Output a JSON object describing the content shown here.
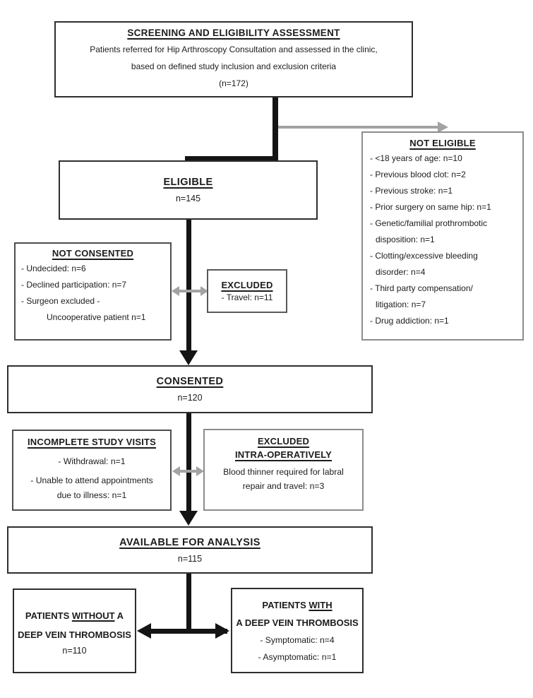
{
  "diagram": {
    "type": "patient-flow-consort",
    "colors": {
      "flow_line": "#141414",
      "secondary_line": "#a3a3a3",
      "main_box_border": "#2e2e2e",
      "gray_box_border": "#8c8c8c",
      "mid_box_border": "#4d4d4d",
      "text": "#1c1c1c",
      "background": "#ffffff"
    },
    "boxes": {
      "screening": {
        "title": "SCREENING AND ELIGIBILITY ASSESSMENT",
        "line1": "Patients referred for Hip Arthroscopy Consultation and assessed in the clinic,",
        "line2": "based on defined study inclusion and exclusion criteria",
        "n": "(n=172)"
      },
      "not_eligible": {
        "title": "NOT ELIGIBLE",
        "items": [
          "- <18 years of age: n=10",
          "- Previous blood clot: n=2",
          "- Previous stroke: n=1",
          "- Prior surgery on same hip: n=1",
          "- Genetic/familial prothrombotic",
          "disposition: n=1",
          "- Clotting/excessive bleeding",
          "disorder: n=4",
          "- Third party compensation/",
          "litigation: n=7",
          "- Drug addiction: n=1"
        ]
      },
      "eligible": {
        "title": "ELIGIBLE",
        "n": "n=145"
      },
      "not_consented": {
        "title": "NOT CONSENTED",
        "items": [
          "- Undecided: n=6",
          "- Declined participation: n=7",
          "- Surgeon excluded -",
          "Uncooperative patient n=1"
        ]
      },
      "excluded_travel": {
        "title": "EXCLUDED",
        "item": "- Travel: n=11"
      },
      "consented": {
        "title": "CONSENTED",
        "n": "n=120"
      },
      "incomplete_visits": {
        "title": "INCOMPLETE STUDY VISITS",
        "items": [
          "- Withdrawal: n=1",
          "- Unable to attend appointments",
          "due to illness: n=1"
        ]
      },
      "excluded_intraop": {
        "title_line1": "EXCLUDED",
        "title_line2": "INTRA-OPERATIVELY",
        "body_lines": [
          "Blood thinner required for labral",
          "repair and travel: n=3"
        ]
      },
      "available": {
        "title": "AVAILABLE FOR ANALYSIS",
        "n": "n=115"
      },
      "without_dvt": {
        "line1_pre": "PATIENTS ",
        "line1_underlined": "WITHOUT",
        "line1_post": " A",
        "line2": "DEEP VEIN THROMBOSIS",
        "n": "n=110"
      },
      "with_dvt": {
        "line1_pre": "PATIENTS ",
        "line1_underlined": "WITH",
        "line2": "A DEEP VEIN THROMBOSIS",
        "items": [
          "- Symptomatic: n=4",
          "- Asymptomatic: n=1"
        ]
      }
    }
  }
}
